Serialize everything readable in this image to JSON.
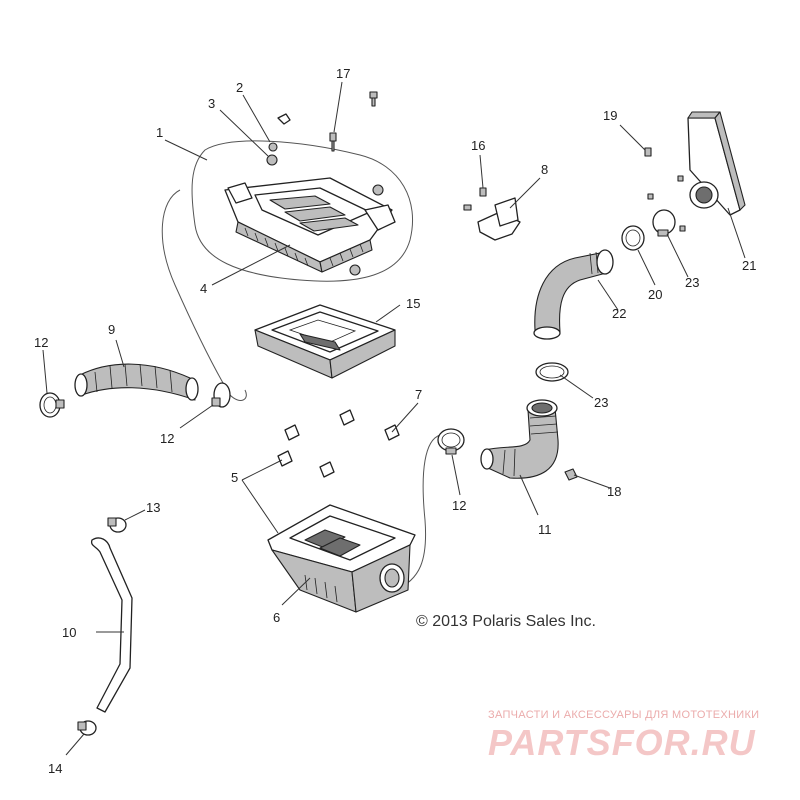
{
  "callouts": {
    "n1": "1",
    "n2": "2",
    "n3": "3",
    "n4": "4",
    "n5": "5",
    "n6": "6",
    "n7": "7",
    "n8": "8",
    "n9": "9",
    "n10": "10",
    "n11": "11",
    "n12a": "12",
    "n12b": "12",
    "n12c": "12",
    "n13": "13",
    "n14": "14",
    "n15": "15",
    "n16": "16",
    "n17": "17",
    "n18": "18",
    "n19": "19",
    "n20": "20",
    "n21": "21",
    "n22": "22",
    "n23a": "23",
    "n23b": "23"
  },
  "copyright": "© 2013 Polaris Sales Inc.",
  "watermark": {
    "tagline": "ЗАПЧАСТИ И АКСЕССУАРЫ ДЛЯ МОТОТЕХНИКИ",
    "logo": "PARTSFOR.RU",
    "color": "#e9a3a3"
  }
}
